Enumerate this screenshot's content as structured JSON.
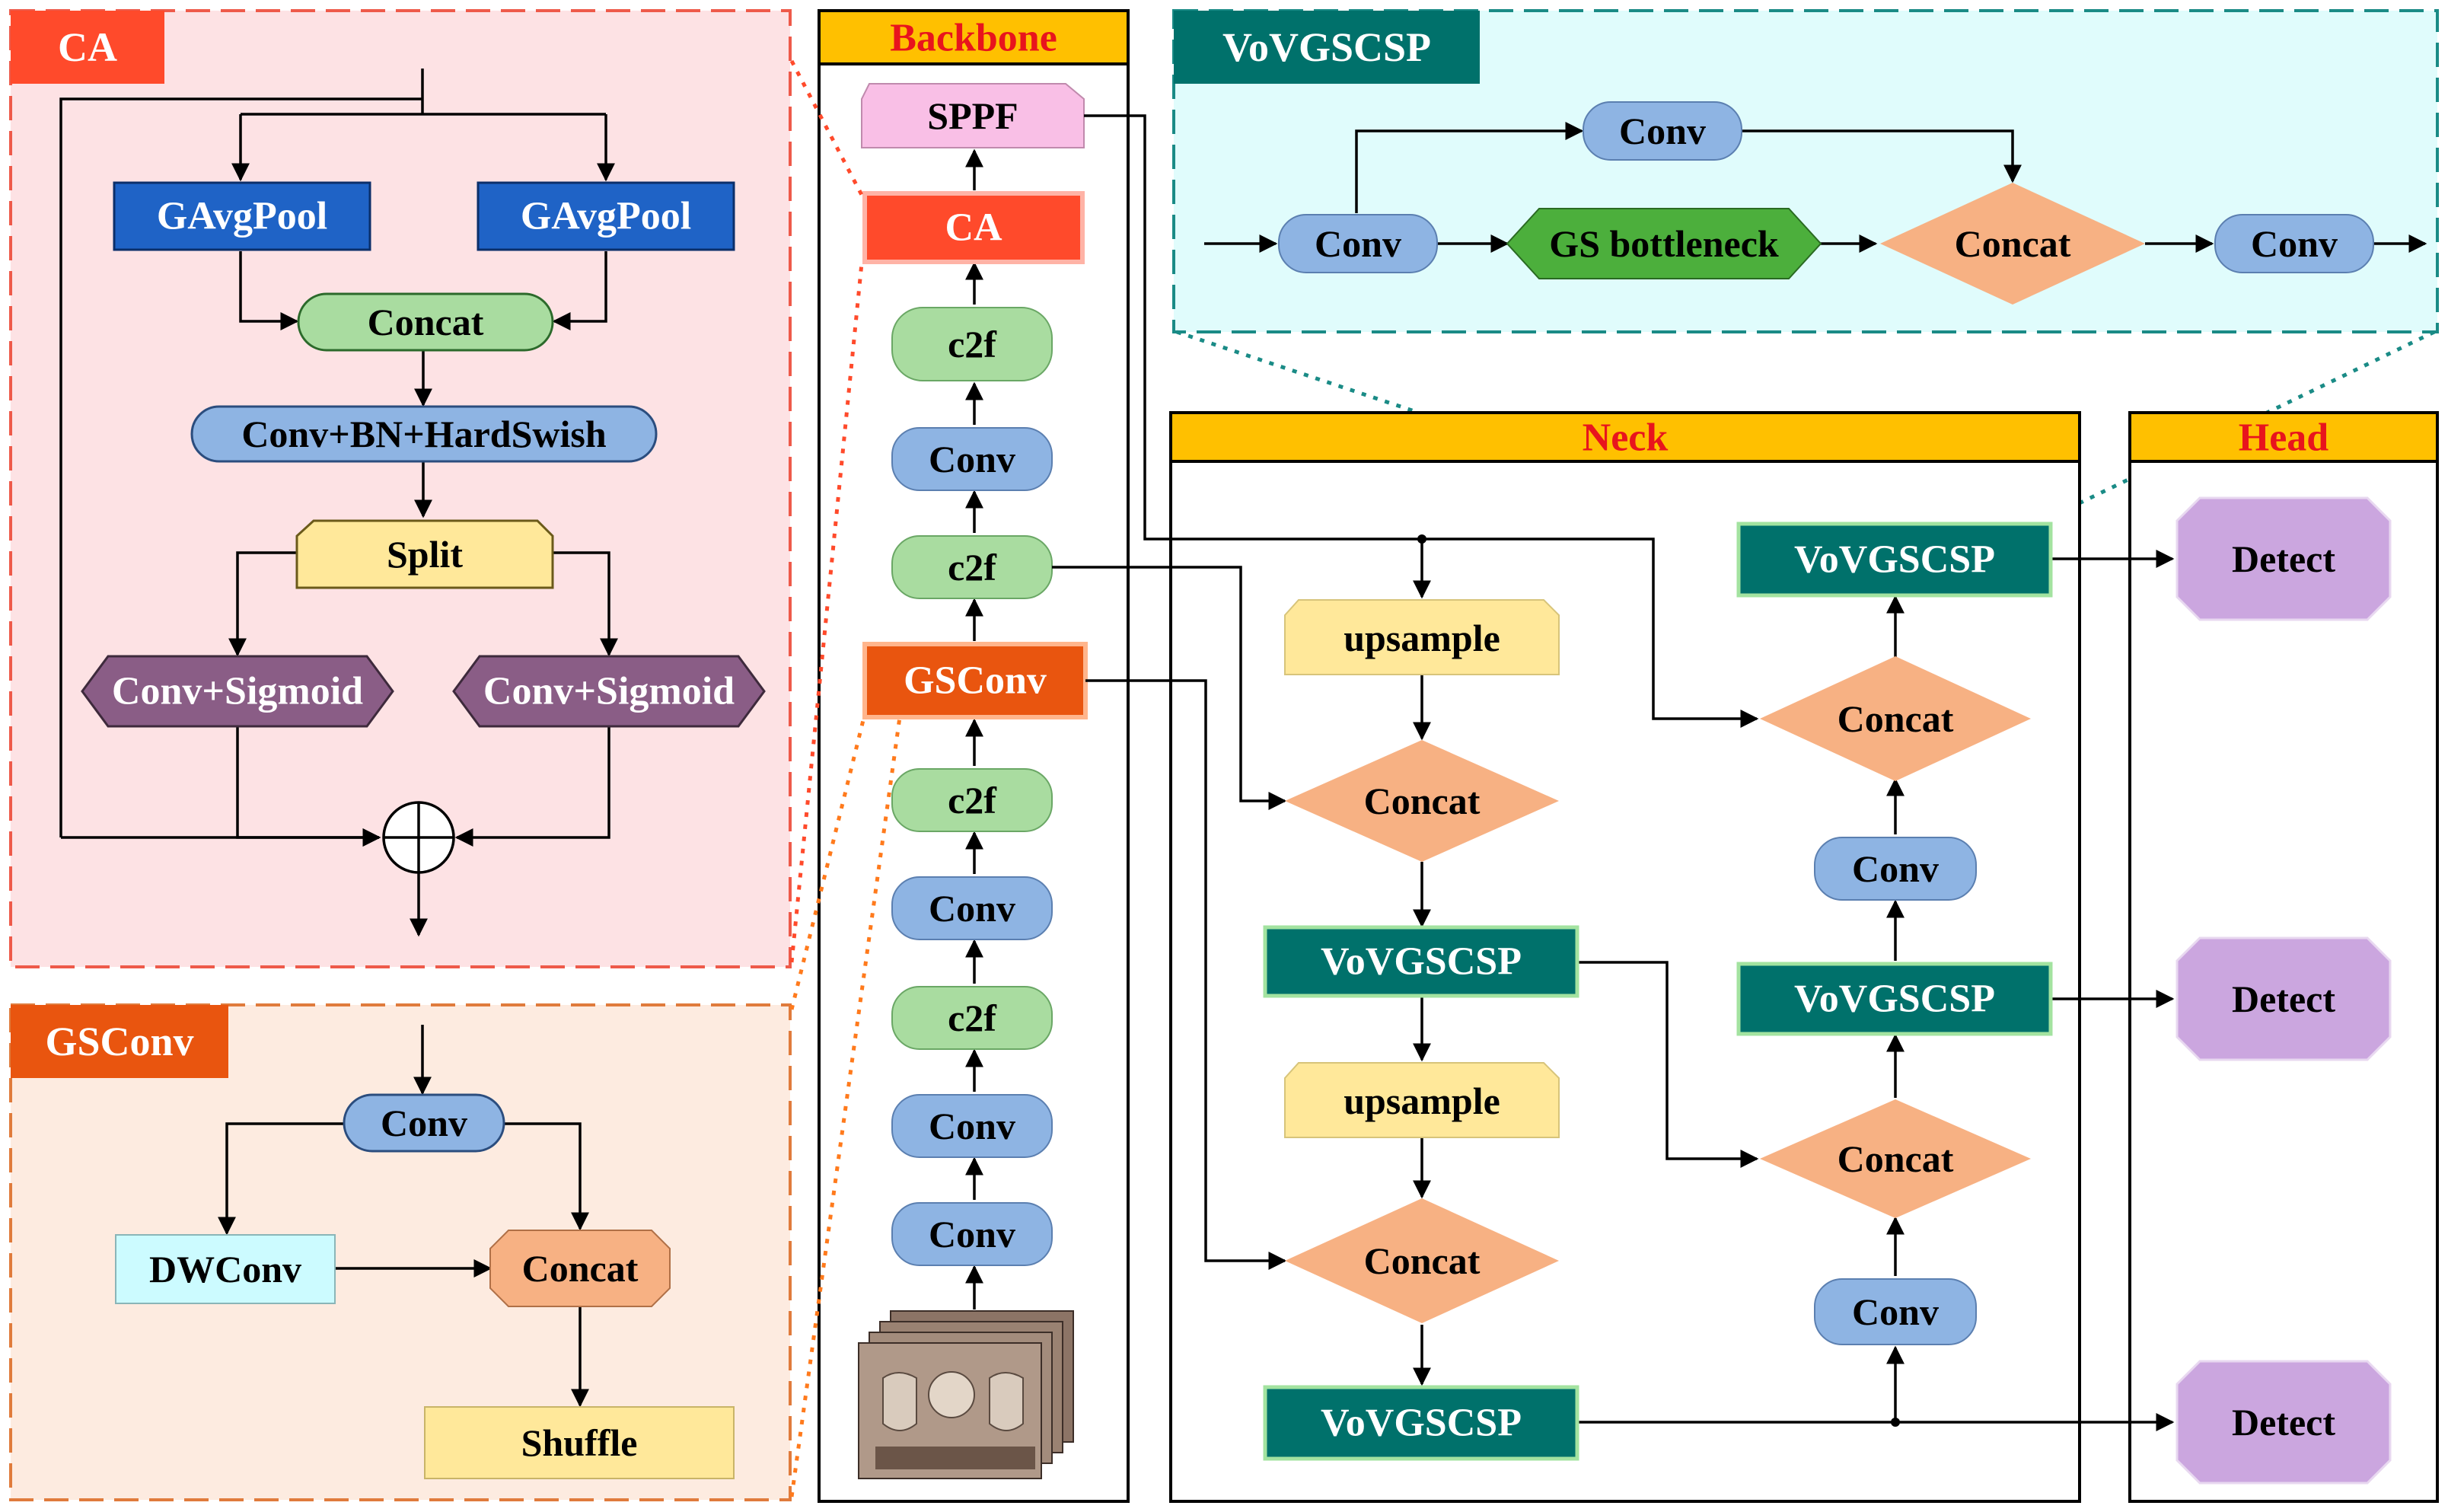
{
  "colors": {
    "ca_red": "#ff4a2b",
    "gsconv_orange": "#e9550f",
    "teal": "#00716b",
    "yellow_title": "#ffc000",
    "title_red_text": "#e8141d",
    "conv_blue": "#8eb4e3",
    "c2f_green": "#a9dca0",
    "concat_orange": "#f7b183",
    "gavgpool_blue": "#1f63c6",
    "conv_sigmoid_purple": "#8a5d86",
    "split_yellow": "#ffe89a",
    "detect_purple": "#cba6df",
    "sppf_pink": "#f9bfe6",
    "gs_bottleneck_green": "#4caf3c",
    "dwconv_cyan": "#ccfbff",
    "ca_panel_bg": "#fde2e4",
    "gsconv_panel_bg": "#fdebe0",
    "vov_panel_bg": "#e0fcfc"
  },
  "icons": {
    "sum_node": "circled-plus-icon",
    "input_image": "image-stack-thumbnail"
  },
  "ca": {
    "tab": "CA",
    "gavgpool_left": "GAvgPool",
    "gavgpool_right": "GAvgPool",
    "concat": "Concat",
    "conv_bn": "Conv+BN+HardSwish",
    "split": "Split",
    "conv_sigmoid_left": "Conv+Sigmoid",
    "conv_sigmoid_right": "Conv+Sigmoid"
  },
  "gsconv": {
    "tab": "GSConv",
    "conv": "Conv",
    "dwconv": "DWConv",
    "concat": "Concat",
    "shuffle": "Shuffle"
  },
  "backbone": {
    "title": "Backbone",
    "sppf": "SPPF",
    "ca": "CA",
    "c2f_top": "c2f",
    "conv_top": "Conv",
    "c2f_mid": "c2f",
    "gsconv": "GSConv",
    "c2f_low": "c2f",
    "conv_mid": "Conv",
    "c2f_bottom": "c2f",
    "conv_low": "Conv",
    "conv_bottom": "Conv"
  },
  "vovgscsp": {
    "tab": "VoVGSCSP",
    "conv_top": "Conv",
    "conv_in": "Conv",
    "gs_bottleneck": "GS bottleneck",
    "concat": "Concat",
    "conv_out": "Conv"
  },
  "neck": {
    "title": "Neck",
    "upsample_top": "upsample",
    "concat_1": "Concat",
    "vov_1": "VoVGSCSP",
    "upsample_2": "upsample",
    "concat_2": "Concat",
    "vov_2": "VoVGSCSP",
    "conv_r_low": "Conv",
    "concat_r_low": "Concat",
    "vov_r_mid": "VoVGSCSP",
    "conv_r_mid": "Conv",
    "concat_r_top": "Concat",
    "vov_r_top": "VoVGSCSP"
  },
  "head": {
    "title": "Head",
    "detect_top": "Detect",
    "detect_mid": "Detect",
    "detect_bottom": "Detect"
  }
}
